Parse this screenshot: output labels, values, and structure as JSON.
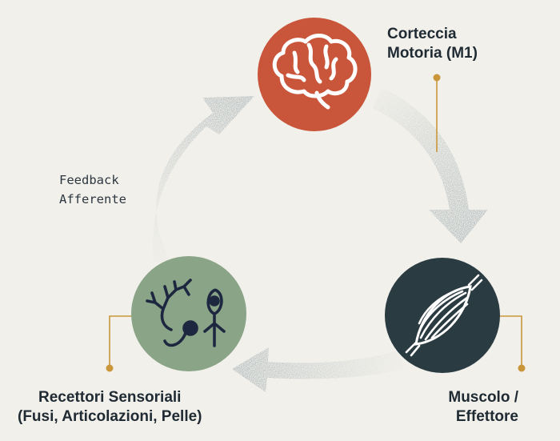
{
  "nodes": {
    "cortex": {
      "line1": "Corteccia",
      "line2": "Motoria (M1)",
      "color": "#c9553a",
      "icon": "brain-icon"
    },
    "muscle": {
      "line1": "Muscolo /",
      "line2": "Effettore",
      "color": "#2b3b42",
      "icon": "muscle-icon"
    },
    "receptors": {
      "line1": "Recettori Sensoriali",
      "line2": "(Fusi, Articolazioni, Pelle)",
      "color": "#8aa487",
      "icon": "receptor-icon"
    }
  },
  "arrows": {
    "feedback": {
      "line1": "Feedback",
      "line2": "Afferente"
    }
  },
  "colors": {
    "background": "#f1f0eb",
    "arrow": "#2f3f46",
    "leader_line": "#c9963a",
    "text": "#1f2a33"
  }
}
